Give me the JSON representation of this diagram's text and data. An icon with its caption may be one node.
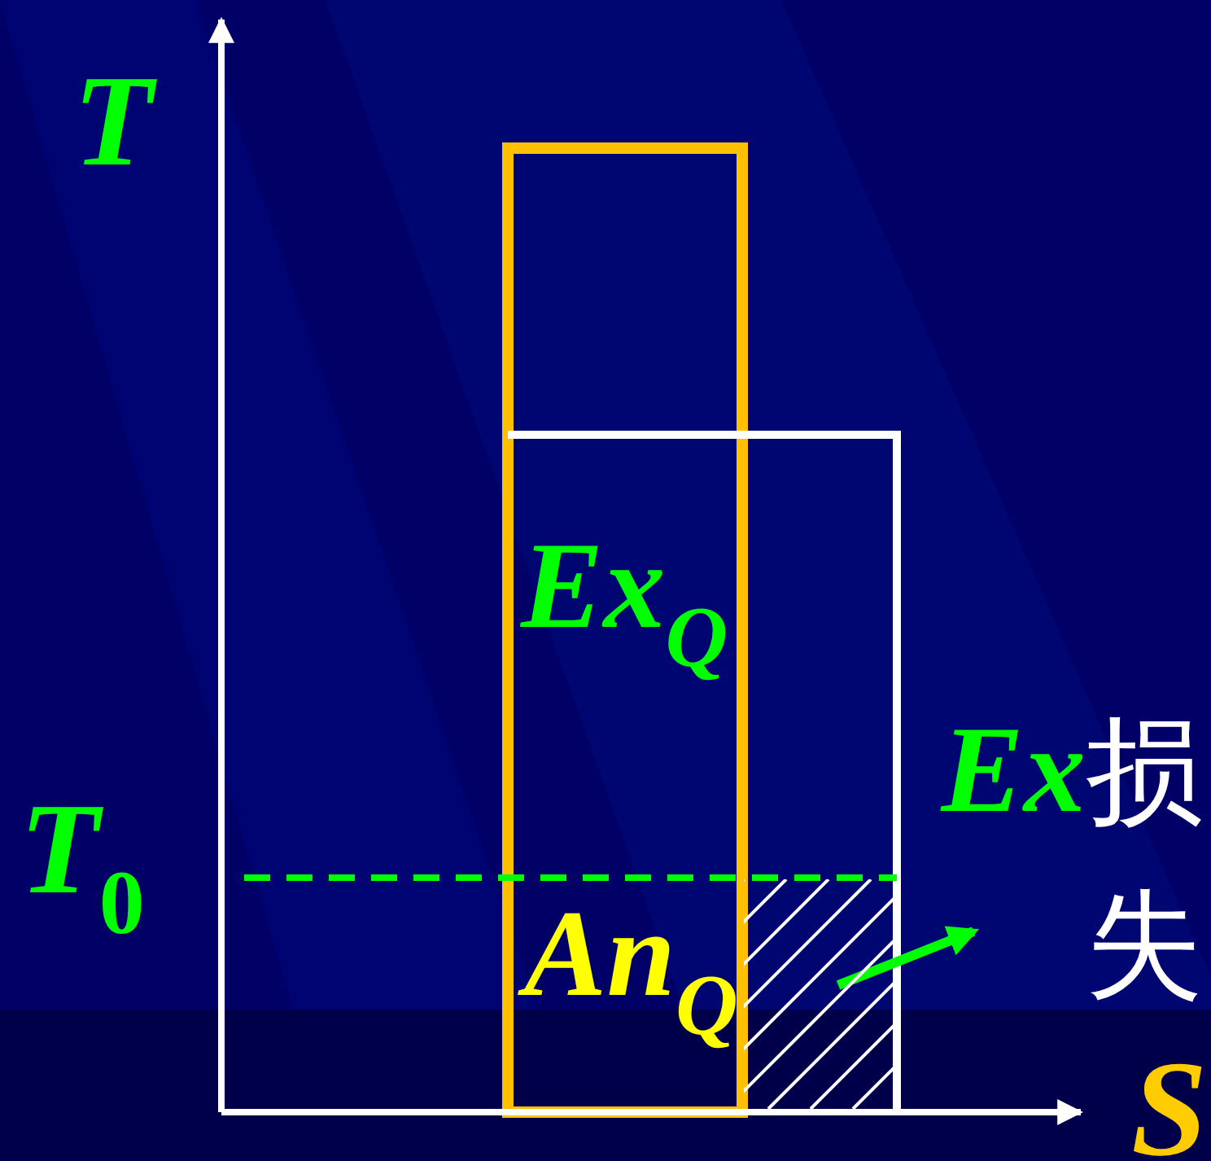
{
  "diagram": {
    "nodes": [
      {
        "text": [
          "Ex损失"
        ]
      },
      {
        "text": [],
        "shape": "box"
      }
    ],
    "edges": [
      {
        "from": 1,
        "to": 0,
        "arrow": "to",
        "color": "#00ff00"
      }
    ],
    "labels": [
      "T",
      "Ex$_{Q}$",
      "T$_{0}$",
      "An$_{Q}$",
      "S"
    ]
  }
}
